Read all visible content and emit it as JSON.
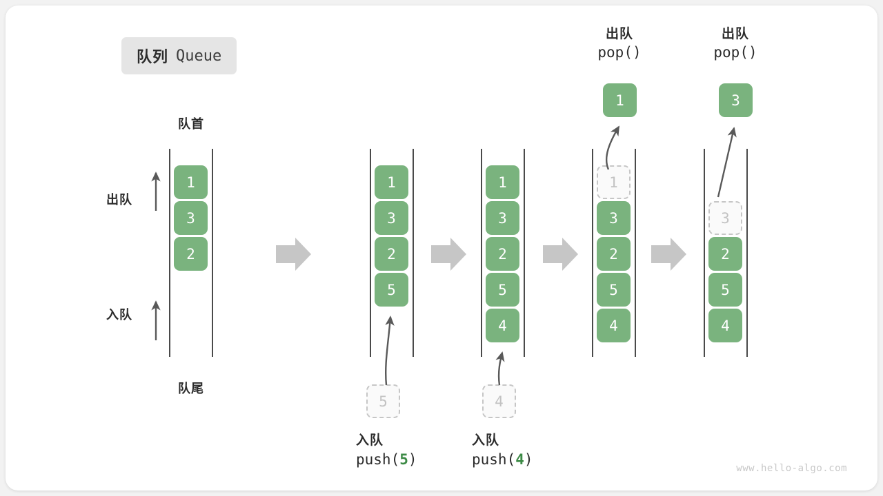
{
  "title": {
    "cn": "队列",
    "en": "Queue"
  },
  "labels": {
    "front": "队首",
    "rear": "队尾",
    "dequeue": "出队",
    "enqueue": "入队"
  },
  "colors": {
    "cell_green": "#7ab37e",
    "accent_green": "#3c8a45",
    "rail": "#4a4a4a",
    "ghost_border": "#c6c6c6",
    "badge_bg": "#e5e5e5",
    "arrow_gray": "#c6c6c6",
    "page_bg": "#f2f2f2"
  },
  "stages": [
    {
      "id": "initial",
      "cells": [
        "1",
        "3",
        "2"
      ],
      "ghost_index": -1,
      "caption_cn": "",
      "caption_code": ""
    },
    {
      "id": "push-5",
      "cells": [
        "1",
        "3",
        "2",
        "5"
      ],
      "ghost_index": -1,
      "caption_cn": "入队",
      "caption_code_prefix": "push(",
      "caption_code_num": "5",
      "caption_code_suffix": ")",
      "incoming_value": "5"
    },
    {
      "id": "push-4",
      "cells": [
        "1",
        "3",
        "2",
        "5",
        "4"
      ],
      "ghost_index": -1,
      "caption_cn": "入队",
      "caption_code_prefix": "push(",
      "caption_code_num": "4",
      "caption_code_suffix": ")",
      "incoming_value": "4"
    },
    {
      "id": "pop-1",
      "cells": [
        "1",
        "3",
        "2",
        "5",
        "4"
      ],
      "ghost_index": 0,
      "header_cn": "出队",
      "header_code": "pop()",
      "popped_value": "1"
    },
    {
      "id": "pop-3",
      "cells": [
        "3",
        "2",
        "5",
        "4"
      ],
      "ghost_index": 0,
      "header_cn": "出队",
      "header_code": "pop()",
      "popped_value": "3"
    }
  ],
  "watermark": "www.hello-algo.com"
}
